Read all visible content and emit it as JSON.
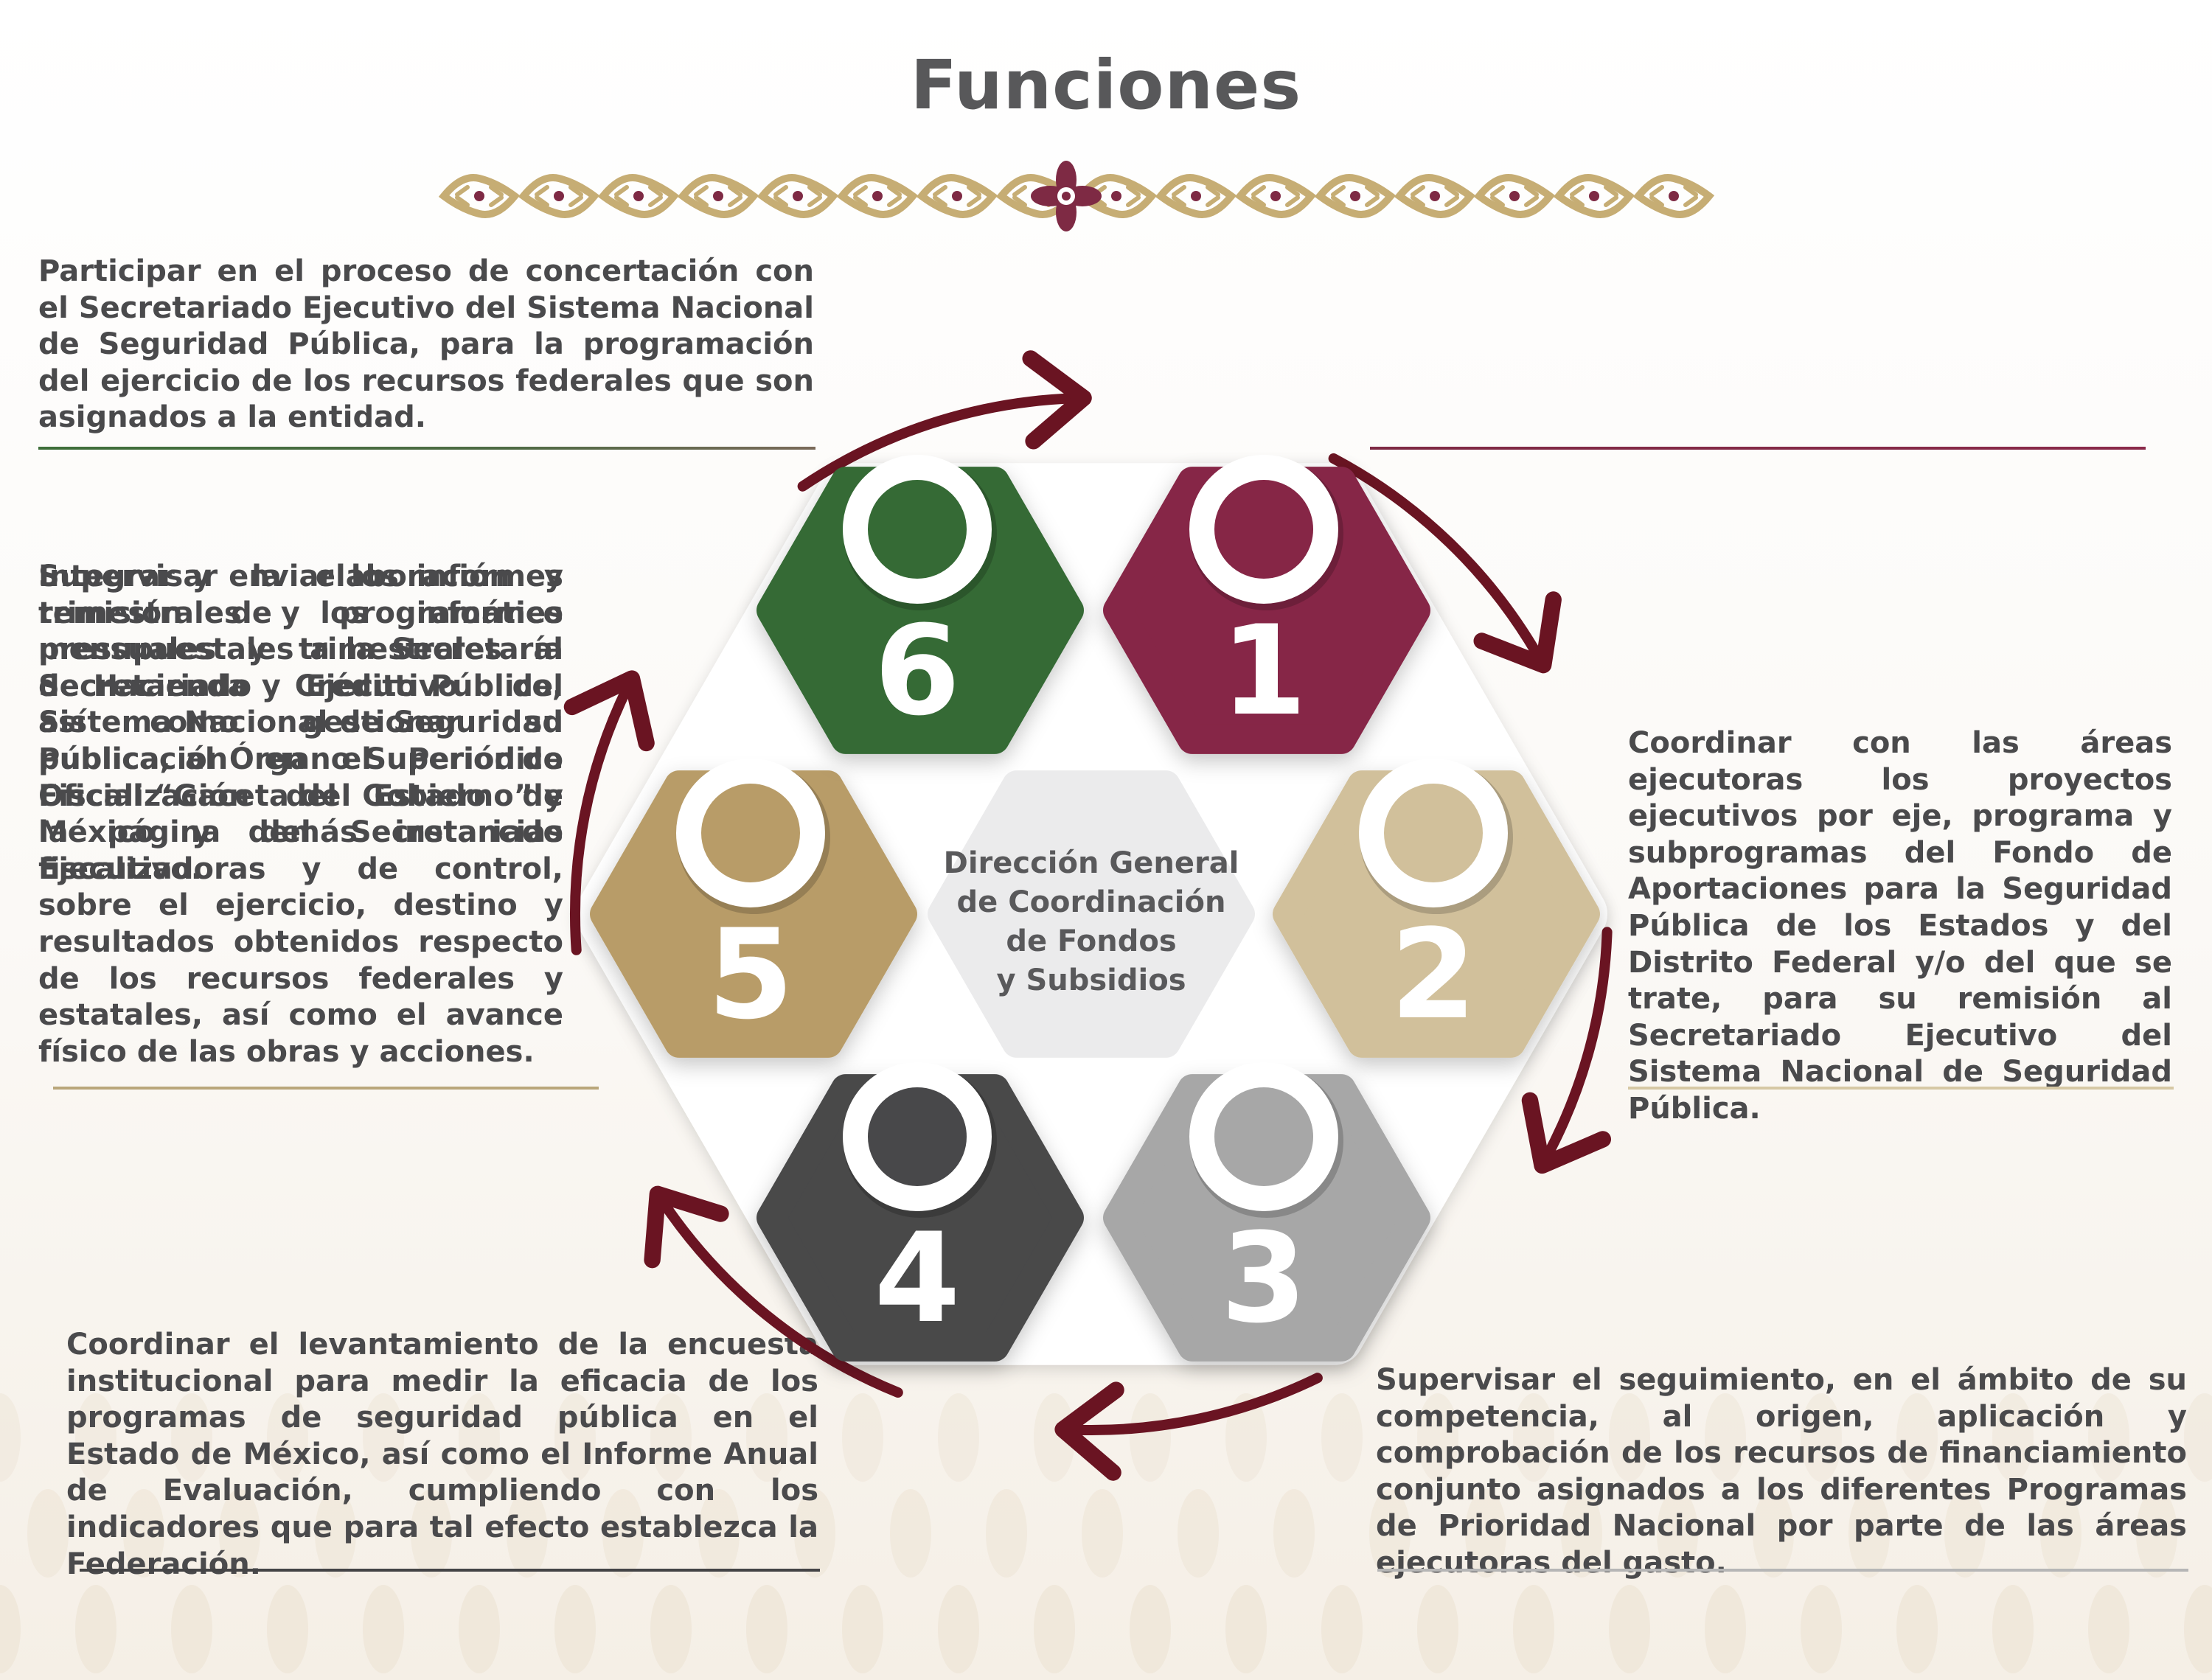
{
  "title": "Funciones",
  "center": {
    "lines": [
      "Dirección General",
      "de Coordinación",
      "de Fondos",
      "y Subsidios"
    ]
  },
  "colors": {
    "green": "#356a35",
    "maroon": "#862646",
    "tan": "#d1c09b",
    "gray": "#a7a7a7",
    "dark": "#48484a",
    "gold": "#b89c68",
    "arrow": "#6a1422",
    "center": "#ebebec",
    "ornament": "#c6ad74"
  },
  "functions": [
    {
      "number": "1",
      "text": "Participar en el proceso de concertación con el Secretariado Ejecutivo del Sistema Nacional de Seguridad Pública, para la programación del ejercicio de los recursos federales que son asignados a la entidad."
    },
    {
      "number": "2",
      "text": "Coordinar con las áreas ejecutoras los proyectos ejecutivos por eje, programa y subprogramas del Fondo de Aportaciones para la Seguridad Pública de los Estados y del Distrito Federal y/o del que se trate, para su remisión al Secretariado Ejecutivo del Sistema Nacional de Seguridad Pública."
    },
    {
      "number": "3",
      "text": "Supervisar el seguimiento, en el ámbito de su competencia, al origen, aplicación y comprobación de los recursos de financiamiento conjunto asignados a los diferentes Programas de Prioridad Nacional por parte de las áreas ejecutoras del gasto."
    },
    {
      "number": "4",
      "text": "Coordinar el levantamiento de la encuesta institucional para medir la eficacia de los programas de seguridad pública en el Estado de México, así como el Informe Anual de Evaluación, cumpliendo con los indicadores que para tal efecto establezca la Federación."
    },
    {
      "number": "5",
      "text": "Supervisar la elaboración y remisión de los informes mensuales y trimestrales al Secretariado Ejecutivo del Sistema Nacional de Seguridad Pública, al Órgano Superior de Fiscalización del Estado de México y demás instancias fiscalizadoras y de control, sobre el ejercicio, destino y resultados obtenidos respecto de los recursos federales y estatales, así como el avance físico de las obras y acciones."
    },
    {
      "number": "6",
      "text": "Integrar y enviar los informes trimestrales y programático presupuestales a la Secretaría de Hacienda y Crédito Público, así como gestionar su publicación en el Periódico Oficial “Gaceta del Gobierno” y la página del Secretariado Ejecutivo."
    }
  ]
}
